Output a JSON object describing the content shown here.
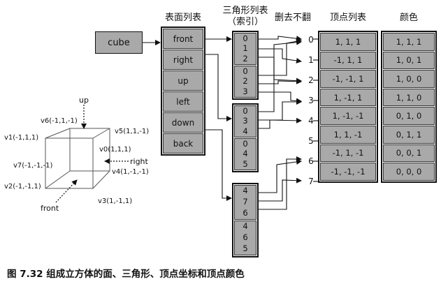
{
  "headers": {
    "faces": "表面列表",
    "triangles_line1": "三角形列表",
    "triangles_line2": "（索引）",
    "culling": "删去不翻",
    "vertices": "顶点列表",
    "colors": "颜色"
  },
  "cube_label": "cube",
  "faces": [
    "front",
    "right",
    "up",
    "left",
    "down",
    "back"
  ],
  "triangle_groups": [
    {
      "triangles": [
        [
          "0",
          "1",
          "2"
        ],
        [
          "0",
          "2",
          "3"
        ]
      ]
    },
    {
      "triangles": [
        [
          "0",
          "3",
          "4"
        ],
        [
          "0",
          "4",
          "5"
        ]
      ]
    },
    {
      "triangles": [
        [
          "4",
          "7",
          "6"
        ],
        [
          "4",
          "6",
          "5"
        ]
      ]
    }
  ],
  "vertex_indices": [
    "0",
    "1",
    "2",
    "3",
    "4",
    "5",
    "6",
    "7"
  ],
  "vertices": [
    "1, 1, 1",
    "-1, 1, 1",
    "-1, -1, 1",
    "1, -1, 1",
    "1, -1, -1",
    "1, 1, -1",
    "-1, 1, -1",
    "-1, -1, -1"
  ],
  "colors": [
    "1, 1, 1",
    "1, 0, 1",
    "1, 0, 0",
    "1, 1, 0",
    "0, 1, 0",
    "0, 1, 1",
    "0, 0, 1",
    "0, 0, 0"
  ],
  "cube_diagram": {
    "v6": "v6(-1,1,-1)",
    "v5": "v5(1,1,-1)",
    "v1": "v1(-1,1,1)",
    "v0": "v0(1,1,1)",
    "v7": "v7(-1,-1,-1)",
    "v4": "v4(1,-1,-1)",
    "v2": "v2(-1,-1,1)",
    "v3": "v3(1,-1,1)",
    "up": "up",
    "right": "right",
    "front": "front"
  },
  "caption": "图 7.32  组成立方体的面、三角形、顶点坐标和顶点颜色"
}
